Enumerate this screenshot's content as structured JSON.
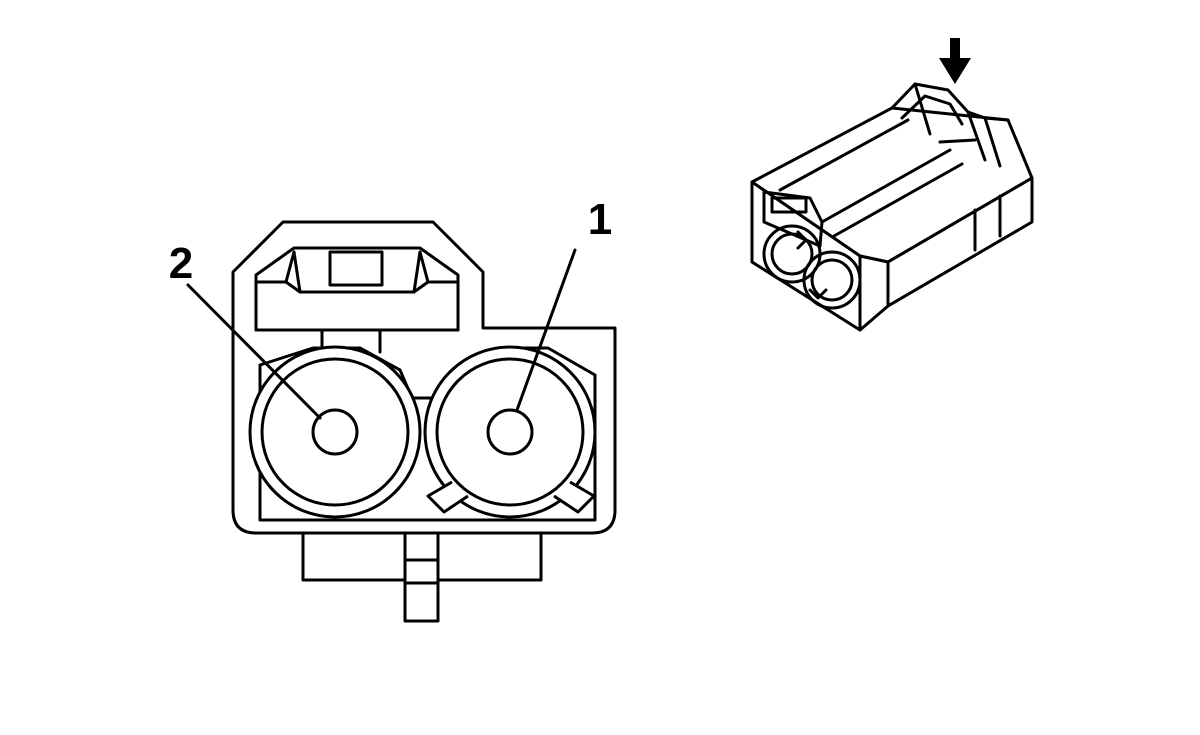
{
  "callouts": [
    {
      "id": "pin-1",
      "label": "1"
    },
    {
      "id": "pin-2",
      "label": "2"
    }
  ],
  "colors": {
    "line": "#000000",
    "background": "#ffffff"
  },
  "icons": {
    "view_direction": "arrow-down-icon"
  }
}
